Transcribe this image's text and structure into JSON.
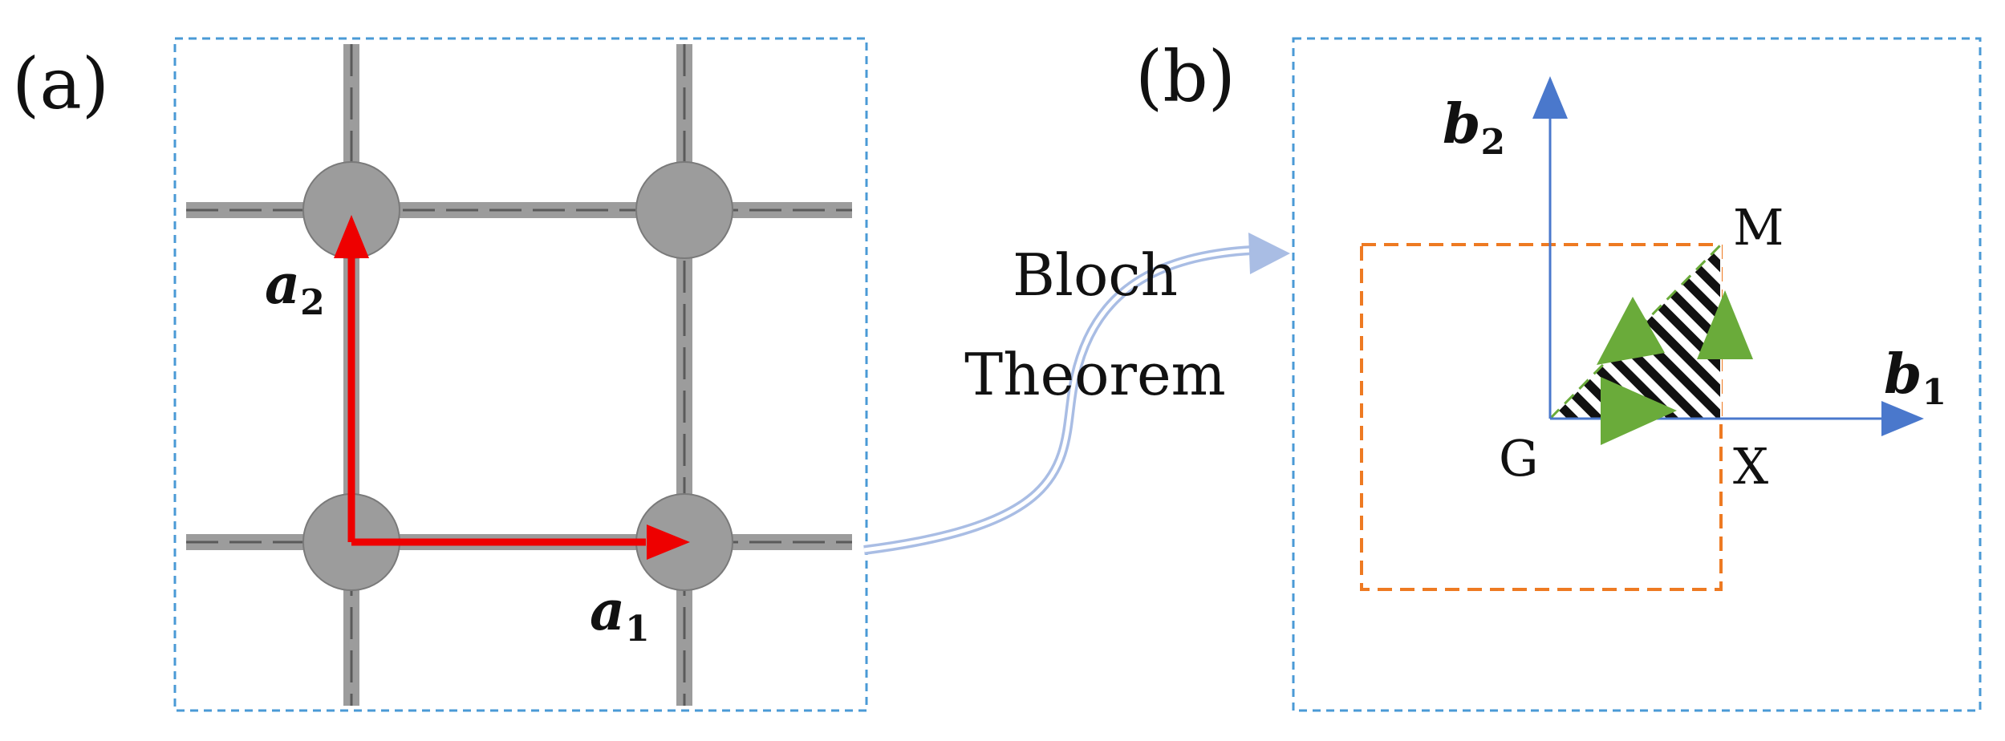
{
  "panels": {
    "a": {
      "label": "(a)"
    },
    "b": {
      "label": "(b)"
    }
  },
  "vectors": {
    "a1": {
      "main": "a",
      "sub": "1"
    },
    "a2": {
      "main": "a",
      "sub": "2"
    },
    "b1": {
      "main": "b",
      "sub": "1"
    },
    "b2": {
      "main": "b",
      "sub": "2"
    }
  },
  "transition": {
    "line1": "Bloch",
    "line2": "Theorem"
  },
  "points": {
    "G": "G",
    "X": "X",
    "M": "M"
  },
  "colors": {
    "frame": "#4a9ad6",
    "lattice_gray": "#9c9c9c",
    "lattice_dark": "#5a5a5a",
    "real_vector": "#ee0000",
    "reciprocal_axis": "#4a78cc",
    "brillouin_zone": "#ee7a22",
    "path_arrow": "#6aab3a",
    "transition_arrow": "#a9bde4"
  }
}
